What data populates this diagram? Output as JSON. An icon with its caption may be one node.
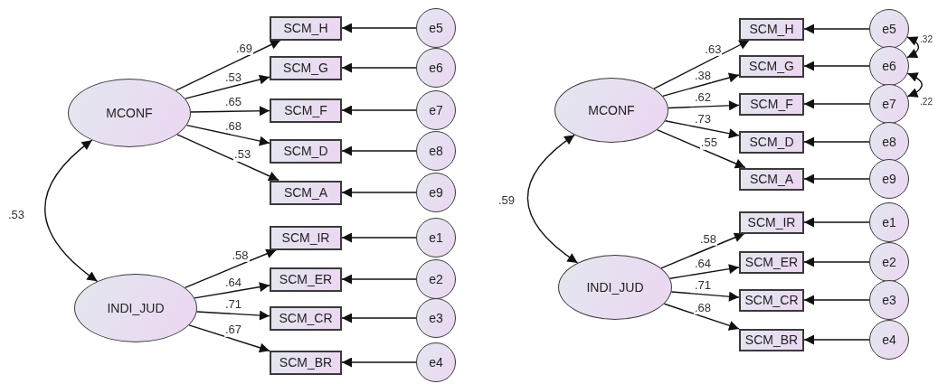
{
  "diagram": {
    "nodes": [
      {
        "text": [
          "MCONF"
        ]
      },
      {
        "text": [
          "SCM_H"
        ]
      },
      {
        "text": [
          "SCM_G"
        ]
      },
      {
        "text": [
          "SCM_F"
        ]
      },
      {
        "text": [
          "SCM_D"
        ]
      },
      {
        "text": [
          "SCM_A"
        ]
      },
      {
        "text": [
          "e5"
        ]
      },
      {
        "text": [
          "e6"
        ]
      },
      {
        "text": [
          "e7"
        ]
      },
      {
        "text": [
          "e8"
        ]
      },
      {
        "text": [
          "e9"
        ]
      },
      {
        "text": [
          "INDI_JUD"
        ]
      },
      {
        "text": [
          "SCM_IR"
        ]
      },
      {
        "text": [
          "SCM_ER"
        ]
      },
      {
        "text": [
          "SCM_CR"
        ]
      },
      {
        "text": [
          "SCM_BR"
        ]
      },
      {
        "text": [
          "e1"
        ]
      },
      {
        "text": [
          "e2"
        ]
      },
      {
        "text": [
          "e3"
        ]
      },
      {
        "text": [
          "e4"
        ]
      },
      {
        "text": [
          "MCONF"
        ]
      },
      {
        "text": [
          "SCM_H"
        ]
      },
      {
        "text": [
          "SCM_G"
        ]
      },
      {
        "text": [
          "SCM_F"
        ]
      },
      {
        "text": [
          "SCM_D"
        ]
      },
      {
        "text": [
          "SCM_A"
        ]
      },
      {
        "text": [
          "e5"
        ]
      },
      {
        "text": [
          "e6"
        ]
      },
      {
        "text": [
          "e7"
        ]
      },
      {
        "text": [
          "e8"
        ]
      },
      {
        "text": [
          "e9"
        ]
      },
      {
        "text": [
          "INDI_JUD"
        ]
      },
      {
        "text": [
          "SCM_IR"
        ]
      },
      {
        "text": [
          "SCM_ER"
        ]
      },
      {
        "text": [
          "SCM_CR"
        ]
      },
      {
        "text": [
          "SCM_BR"
        ]
      },
      {
        "text": [
          "e1"
        ]
      },
      {
        "text": [
          "e2"
        ]
      },
      {
        "text": [
          "e3"
        ]
      },
      {
        "text": [
          "e4"
        ]
      }
    ],
    "edges": [
      {
        "from": 0,
        "to": 1,
        "arrow": "to",
        "label": ".69"
      },
      {
        "from": 0,
        "to": 2,
        "arrow": "to",
        "label": ".53"
      },
      {
        "from": 0,
        "to": 3,
        "arrow": "to",
        "label": ".65"
      },
      {
        "from": 0,
        "to": 4,
        "arrow": "to",
        "label": ".68"
      },
      {
        "from": 0,
        "to": 5,
        "arrow": "to",
        "label": ".53"
      },
      {
        "from": 6,
        "to": 1,
        "arrow": "to"
      },
      {
        "from": 7,
        "to": 2,
        "arrow": "to"
      },
      {
        "from": 8,
        "to": 3,
        "arrow": "to"
      },
      {
        "from": 9,
        "to": 4,
        "arrow": "to"
      },
      {
        "from": 10,
        "to": 5,
        "arrow": "to"
      },
      {
        "from": 11,
        "to": 12,
        "arrow": "to",
        "label": ".58"
      },
      {
        "from": 11,
        "to": 13,
        "arrow": "to",
        "label": ".64"
      },
      {
        "from": 11,
        "to": 14,
        "arrow": "to",
        "label": ".71"
      },
      {
        "from": 11,
        "to": 15,
        "arrow": "to",
        "label": ".67"
      },
      {
        "from": 16,
        "to": 12,
        "arrow": "to"
      },
      {
        "from": 17,
        "to": 13,
        "arrow": "to"
      },
      {
        "from": 18,
        "to": 14,
        "arrow": "to"
      },
      {
        "from": 19,
        "to": 15,
        "arrow": "to"
      },
      {
        "from": 0,
        "to": 11,
        "arrow": "both",
        "label": ".53"
      },
      {
        "from": 20,
        "to": 21,
        "arrow": "to",
        "label": ".63"
      },
      {
        "from": 20,
        "to": 22,
        "arrow": "to",
        "label": ".38"
      },
      {
        "from": 20,
        "to": 23,
        "arrow": "to",
        "label": ".62"
      },
      {
        "from": 20,
        "to": 24,
        "arrow": "to",
        "label": ".73"
      },
      {
        "from": 20,
        "to": 25,
        "arrow": "to",
        "label": ".55"
      },
      {
        "from": 26,
        "to": 21,
        "arrow": "to"
      },
      {
        "from": 27,
        "to": 22,
        "arrow": "to"
      },
      {
        "from": 28,
        "to": 23,
        "arrow": "to"
      },
      {
        "from": 29,
        "to": 24,
        "arrow": "to"
      },
      {
        "from": 30,
        "to": 25,
        "arrow": "to"
      },
      {
        "from": 31,
        "to": 32,
        "arrow": "to",
        "label": ".58"
      },
      {
        "from": 31,
        "to": 33,
        "arrow": "to",
        "label": ".64"
      },
      {
        "from": 31,
        "to": 34,
        "arrow": "to",
        "label": ".71"
      },
      {
        "from": 31,
        "to": 35,
        "arrow": "to",
        "label": ".68"
      },
      {
        "from": 36,
        "to": 32,
        "arrow": "to"
      },
      {
        "from": 37,
        "to": 33,
        "arrow": "to"
      },
      {
        "from": 38,
        "to": 34,
        "arrow": "to"
      },
      {
        "from": 39,
        "to": 35,
        "arrow": "to"
      },
      {
        "from": 20,
        "to": 31,
        "arrow": "both",
        "label": ".59"
      },
      {
        "from": 26,
        "to": 27,
        "arrow": "both",
        "label": ".32"
      },
      {
        "from": 27,
        "to": 28,
        "arrow": "both",
        "label": ".22"
      }
    ]
  }
}
